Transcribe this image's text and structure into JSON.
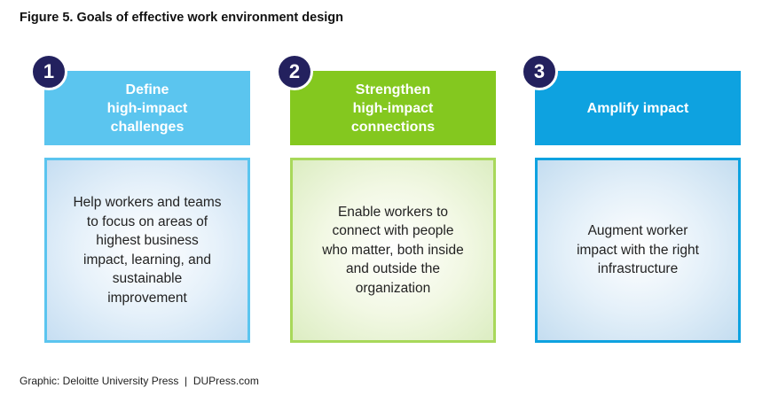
{
  "title": "Figure 5. Goals of effective work environment design",
  "colors": {
    "col1": "#5bc5ef",
    "col2": "#84c81f",
    "col3": "#0ea2e0",
    "badge": "#23215e"
  },
  "goals": [
    {
      "number": "1",
      "heading": "Define\nhigh-impact\nchallenges",
      "description": "Help workers and teams\nto focus on areas of\nhighest business\nimpact, learning, and\nsustainable\nimprovement"
    },
    {
      "number": "2",
      "heading": "Strengthen\nhigh-impact\nconnections",
      "description": "Enable workers to\nconnect with people\nwho matter, both inside\nand outside the\norganization"
    },
    {
      "number": "3",
      "heading": "Amplify impact",
      "description": "Augment worker\nimpact with the right\ninfrastructure"
    }
  ],
  "footer": "Graphic: Deloitte University Press  |  DUPress.com"
}
